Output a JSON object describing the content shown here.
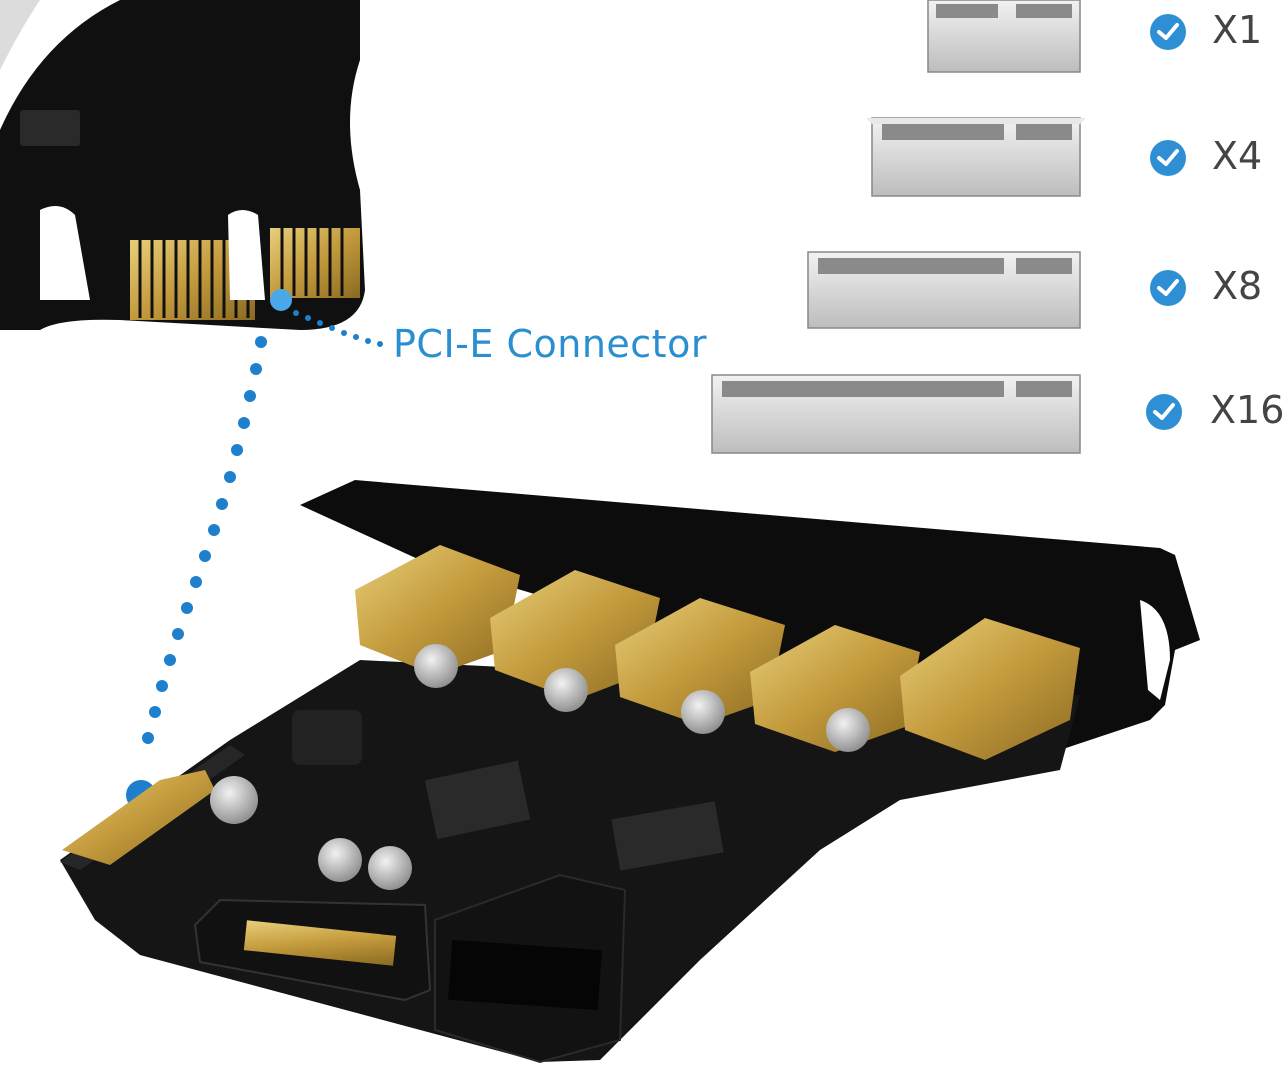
{
  "connector": {
    "label": "PCI-E Connector"
  },
  "slots": [
    {
      "label": "X1"
    },
    {
      "label": "X4"
    },
    {
      "label": "X8"
    },
    {
      "label": "X16"
    }
  ],
  "colors": {
    "accent": "#2e8fd4",
    "pcb": "#141414",
    "gold": "#c9a54a",
    "slot_gray": "#c8c8c8"
  },
  "icons": [
    "check-circle-icon"
  ]
}
